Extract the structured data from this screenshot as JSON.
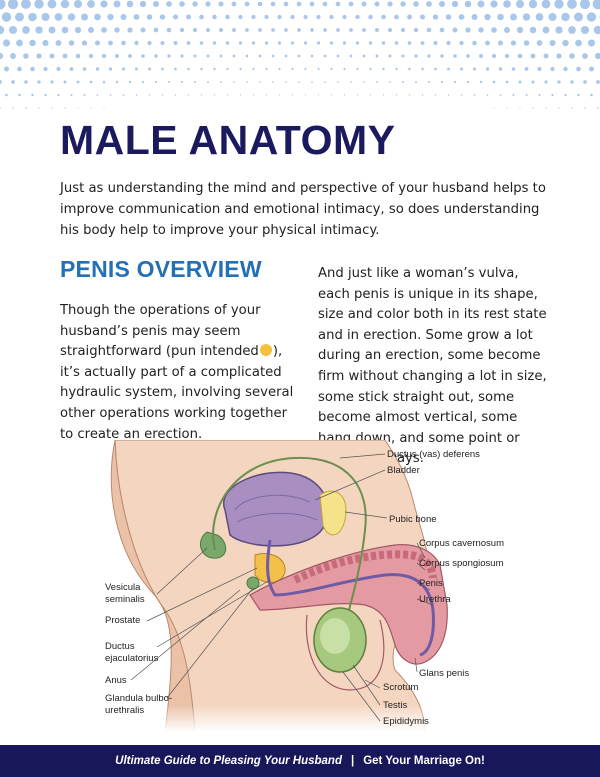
{
  "colors": {
    "title": "#1c1a5e",
    "heading": "#2470b7",
    "footer_bg": "#17175a",
    "dots": "#a9c7ea"
  },
  "title": "MALE ANATOMY",
  "intro": "Just as understanding the mind and perspective of your husband helps to improve communication and emotional intimacy, so does understanding his body help to improve your physical intimacy.",
  "section_heading": "PENIS OVERVIEW",
  "left_column": {
    "before_emoji": "Though the operations of your husband’s penis may seem straightforward (pun intended",
    "emoji_icon": "smiley-emoji-icon",
    "after_emoji": "), it’s actually part of a complicated hydraulic system, involving several other operations working together to create an erection."
  },
  "right_column": "And just like a woman’s vulva, each penis is unique in its shape, size and color both in its rest state and in erection. Some grow a lot during an erection, some become firm without changing a lot in size, some stick straight out, some become almost vertical, some hang down, and some point or curve sideways.",
  "diagram_labels": {
    "ductus_deferens": "Ductus (vas) deferens",
    "bladder": "Bladder",
    "pubic_bone": "Pubic bone",
    "corpus_cavernosum": "Corpus cavernosum",
    "corpus_spongiosum": "Corpus spongiosum",
    "penis": "Penis",
    "urethra": "Urethra",
    "glans_penis": "Glans penis",
    "scrotum": "Scrotum",
    "testis": "Testis",
    "epididymis": "Epididymis",
    "vesicula_1": "Vesicula",
    "vesicula_2": "seminalis",
    "prostate": "Prostate",
    "ductus_ejac_1": "Ductus",
    "ductus_ejac_2": "ejaculatorius",
    "anus": "Anus",
    "glandula_1": "Glandula bulbo-",
    "glandula_2": "urethralis"
  },
  "footer": {
    "guide": "Ultimate Guide to Pleasing Your Husband",
    "separator": "|",
    "marriage": "Get Your Marriage On!"
  }
}
